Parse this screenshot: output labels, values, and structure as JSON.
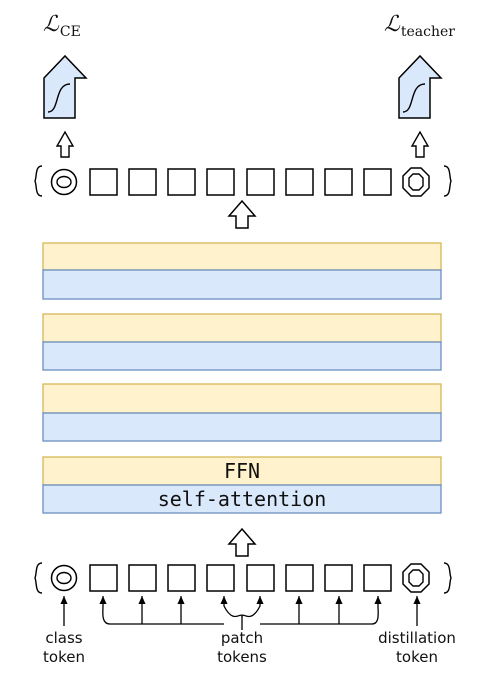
{
  "outputs": {
    "ce_loss": {
      "symbol": "ℒ",
      "subscript": "CE"
    },
    "teacher_loss": {
      "symbol": "ℒ",
      "subscript": "teacher"
    }
  },
  "transformer_block": {
    "ffn_label": "FFN",
    "attention_label": "self-attention"
  },
  "tokens": {
    "class_token_label": [
      "class",
      "token"
    ],
    "patch_tokens_label": [
      "patch",
      "tokens"
    ],
    "distillation_token_label": [
      "distillation",
      "token"
    ],
    "patch_token_count": 8
  },
  "colors": {
    "ffn_fill": "#fff2cc",
    "ffn_stroke": "#d6b656",
    "attention_fill": "#dae8fc",
    "attention_stroke": "#6c8ebf",
    "stroke": "#000000"
  }
}
